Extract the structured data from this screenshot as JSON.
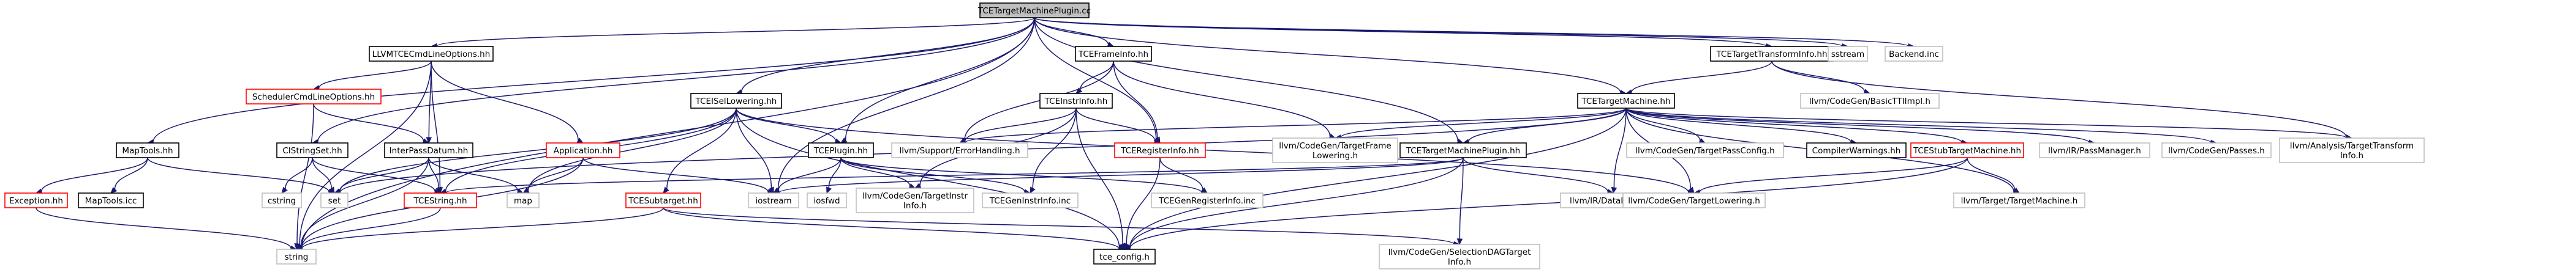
{
  "graph": {
    "colors": {
      "edge": "#191970",
      "root_fill": "#bfbfbf",
      "root_border": "#000000",
      "documented_border": "#000000",
      "missing_border": "#ff0000",
      "external_border": "#bfbfbf",
      "node_fill": "#ffffff"
    },
    "nodes": [
      {
        "id": "root",
        "lines": [
          "TCETargetMachinePlugin.cc"
        ],
        "kind": "root"
      },
      {
        "id": "llvmtce",
        "lines": [
          "LLVMTCECmdLineOptions.hh"
        ],
        "kind": "documented"
      },
      {
        "id": "sched",
        "lines": [
          "SchedulerCmdLineOptions.hh"
        ],
        "kind": "missing"
      },
      {
        "id": "maptools",
        "lines": [
          "MapTools.hh"
        ],
        "kind": "documented"
      },
      {
        "id": "exception",
        "lines": [
          "Exception.hh"
        ],
        "kind": "missing"
      },
      {
        "id": "maptoolsicc",
        "lines": [
          "MapTools.icc"
        ],
        "kind": "documented"
      },
      {
        "id": "clistring",
        "lines": [
          "CIStringSet.hh"
        ],
        "kind": "documented"
      },
      {
        "id": "cstring",
        "lines": [
          "cstring"
        ],
        "kind": "external"
      },
      {
        "id": "set",
        "lines": [
          "set"
        ],
        "kind": "external"
      },
      {
        "id": "string",
        "lines": [
          "string"
        ],
        "kind": "external"
      },
      {
        "id": "interpass",
        "lines": [
          "InterPassDatum.hh"
        ],
        "kind": "documented"
      },
      {
        "id": "tcestring",
        "lines": [
          "TCEString.hh"
        ],
        "kind": "missing"
      },
      {
        "id": "application",
        "lines": [
          "Application.hh"
        ],
        "kind": "missing"
      },
      {
        "id": "map",
        "lines": [
          "map"
        ],
        "kind": "external"
      },
      {
        "id": "iostream",
        "lines": [
          "iostream"
        ],
        "kind": "external"
      },
      {
        "id": "tceisel",
        "lines": [
          "TCEISelLowering.hh"
        ],
        "kind": "documented"
      },
      {
        "id": "tcesubtarget",
        "lines": [
          "TCESubtarget.hh"
        ],
        "kind": "missing"
      },
      {
        "id": "tceplugin",
        "lines": [
          "TCEPlugin.hh"
        ],
        "kind": "documented"
      },
      {
        "id": "iosfwd",
        "lines": [
          "iosfwd"
        ],
        "kind": "external"
      },
      {
        "id": "targetinstr",
        "lines": [
          "llvm/CodeGen/TargetInstr",
          "Info.h"
        ],
        "kind": "external"
      },
      {
        "id": "tcegeninstr",
        "lines": [
          "TCEGenInstrInfo.inc"
        ],
        "kind": "external"
      },
      {
        "id": "tcegenreg",
        "lines": [
          "TCEGenRegisterInfo.inc"
        ],
        "kind": "external"
      },
      {
        "id": "tceconfig",
        "lines": [
          "tce_config.h"
        ],
        "kind": "documented"
      },
      {
        "id": "tceframe",
        "lines": [
          "TCEFrameInfo.hh"
        ],
        "kind": "documented"
      },
      {
        "id": "tceinstr",
        "lines": [
          "TCEInstrInfo.hh"
        ],
        "kind": "documented"
      },
      {
        "id": "errhandling",
        "lines": [
          "llvm/Support/ErrorHandling.h"
        ],
        "kind": "external"
      },
      {
        "id": "tcereg",
        "lines": [
          "TCERegisterInfo.hh"
        ],
        "kind": "missing"
      },
      {
        "id": "targetframe",
        "lines": [
          "llvm/CodeGen/TargetFrame",
          "Lowering.h"
        ],
        "kind": "external"
      },
      {
        "id": "tceplugincls",
        "lines": [
          "TCETargetMachinePlugin.hh"
        ],
        "kind": "documented"
      },
      {
        "id": "dataLayout",
        "lines": [
          "llvm/IR/DataLayout.h"
        ],
        "kind": "external"
      },
      {
        "id": "selectiondag",
        "lines": [
          "llvm/CodeGen/SelectionDAGTarget",
          "Info.h"
        ],
        "kind": "external"
      },
      {
        "id": "targetlowering",
        "lines": [
          "llvm/CodeGen/TargetLowering.h"
        ],
        "kind": "external"
      },
      {
        "id": "targetpass",
        "lines": [
          "llvm/CodeGen/TargetPassConfig.h"
        ],
        "kind": "external"
      },
      {
        "id": "compilerwarn",
        "lines": [
          "CompilerWarnings.hh"
        ],
        "kind": "documented"
      },
      {
        "id": "tcetm",
        "lines": [
          "TCETargetMachine.hh"
        ],
        "kind": "documented"
      },
      {
        "id": "tcesubtm",
        "lines": [
          "TCEStubTargetMachine.hh"
        ],
        "kind": "missing"
      },
      {
        "id": "passmanager",
        "lines": [
          "llvm/IR/PassManager.h"
        ],
        "kind": "external"
      },
      {
        "id": "passes",
        "lines": [
          "llvm/CodeGen/Passes.h"
        ],
        "kind": "external"
      },
      {
        "id": "analysistti",
        "lines": [
          "llvm/Analysis/TargetTransform",
          "Info.h"
        ],
        "kind": "external"
      },
      {
        "id": "targettm",
        "lines": [
          "llvm/Target/TargetMachine.h"
        ],
        "kind": "external"
      },
      {
        "id": "tcettinfo",
        "lines": [
          "TCETargetTransformInfo.hh"
        ],
        "kind": "documented"
      },
      {
        "id": "basictti",
        "lines": [
          "llvm/CodeGen/BasicTTIImpl.h"
        ],
        "kind": "external"
      },
      {
        "id": "sstream",
        "lines": [
          "sstream"
        ],
        "kind": "external"
      },
      {
        "id": "backend",
        "lines": [
          "Backend.inc"
        ],
        "kind": "external"
      }
    ],
    "edges": [
      [
        "root",
        "llvmtce"
      ],
      [
        "root",
        "maptools"
      ],
      [
        "root",
        "string"
      ],
      [
        "root",
        "clistring"
      ],
      [
        "root",
        "tceisel"
      ],
      [
        "root",
        "iostream"
      ],
      [
        "root",
        "tceplugin"
      ],
      [
        "root",
        "tceframe"
      ],
      [
        "root",
        "tcereg"
      ],
      [
        "root",
        "tceplugincls"
      ],
      [
        "root",
        "tcetm"
      ],
      [
        "root",
        "tcettinfo"
      ],
      [
        "root",
        "sstream"
      ],
      [
        "root",
        "backend"
      ],
      [
        "llvmtce",
        "sched"
      ],
      [
        "llvmtce",
        "interpass"
      ],
      [
        "llvmtce",
        "application"
      ],
      [
        "llvmtce",
        "string"
      ],
      [
        "llvmtce",
        "tcestring"
      ],
      [
        "sched",
        "interpass"
      ],
      [
        "sched",
        "string"
      ],
      [
        "maptools",
        "exception"
      ],
      [
        "maptools",
        "maptoolsicc"
      ],
      [
        "maptools",
        "set"
      ],
      [
        "exception",
        "string"
      ],
      [
        "clistring",
        "cstring"
      ],
      [
        "clistring",
        "set"
      ],
      [
        "clistring",
        "tcestring"
      ],
      [
        "interpass",
        "map"
      ],
      [
        "interpass",
        "set"
      ],
      [
        "interpass",
        "string"
      ],
      [
        "interpass",
        "tcestring"
      ],
      [
        "tcestring",
        "string"
      ],
      [
        "application",
        "iostream"
      ],
      [
        "application",
        "map"
      ],
      [
        "application",
        "string"
      ],
      [
        "tceisel",
        "tcesubtarget"
      ],
      [
        "tceisel",
        "tceconfig"
      ],
      [
        "tceisel",
        "iostream"
      ],
      [
        "tceisel",
        "tceplugin"
      ],
      [
        "tceisel",
        "set"
      ],
      [
        "tceisel",
        "tcestring"
      ],
      [
        "tceisel",
        "targetlowering"
      ],
      [
        "tceisel",
        "map"
      ],
      [
        "tceplugin",
        "iosfwd"
      ],
      [
        "tceplugin",
        "targetinstr"
      ],
      [
        "tceplugin",
        "tcegeninstr"
      ],
      [
        "tceplugin",
        "tcegenreg"
      ],
      [
        "tceplugin",
        "iostream"
      ],
      [
        "tcesubtarget",
        "tceconfig"
      ],
      [
        "tcesubtarget",
        "string"
      ],
      [
        "tcesubtarget",
        "selectiondag"
      ],
      [
        "tceframe",
        "tceinstr"
      ],
      [
        "tceframe",
        "tcereg"
      ],
      [
        "tceframe",
        "errhandling"
      ],
      [
        "tceframe",
        "targetframe"
      ],
      [
        "tceinstr",
        "errhandling"
      ],
      [
        "tceinstr",
        "tcereg"
      ],
      [
        "tceinstr",
        "targetinstr"
      ],
      [
        "tceinstr",
        "tcegeninstr"
      ],
      [
        "tceinstr",
        "tceconfig"
      ],
      [
        "tcereg",
        "tcegenreg"
      ],
      [
        "tcereg",
        "tceconfig"
      ],
      [
        "tceplugincls",
        "tcestring"
      ],
      [
        "tceplugincls",
        "tceconfig"
      ],
      [
        "tceplugincls",
        "dataLayout"
      ],
      [
        "tceplugincls",
        "selectiondag"
      ],
      [
        "tceplugincls",
        "iostream"
      ],
      [
        "tcetm",
        "tceplugincls"
      ],
      [
        "tcetm",
        "targetpass"
      ],
      [
        "tcetm",
        "compilerwarn"
      ],
      [
        "tcetm",
        "tcesubtm"
      ],
      [
        "tcetm",
        "passmanager"
      ],
      [
        "tcetm",
        "passes"
      ],
      [
        "tcetm",
        "analysistti"
      ],
      [
        "tcetm",
        "targettm"
      ],
      [
        "tcetm",
        "dataLayout"
      ],
      [
        "tcetm",
        "targetlowering"
      ],
      [
        "tcetm",
        "tceconfig"
      ],
      [
        "tcetm",
        "set"
      ],
      [
        "tcetm",
        "targetframe"
      ],
      [
        "tcetm",
        "errhandling"
      ],
      [
        "tcesubtm",
        "targettm"
      ],
      [
        "tcesubtm",
        "targetlowering"
      ],
      [
        "tcesubtm",
        "tceconfig"
      ],
      [
        "tcettinfo",
        "tcetm"
      ],
      [
        "tcettinfo",
        "basictti"
      ],
      [
        "tcettinfo",
        "analysistti"
      ]
    ]
  }
}
